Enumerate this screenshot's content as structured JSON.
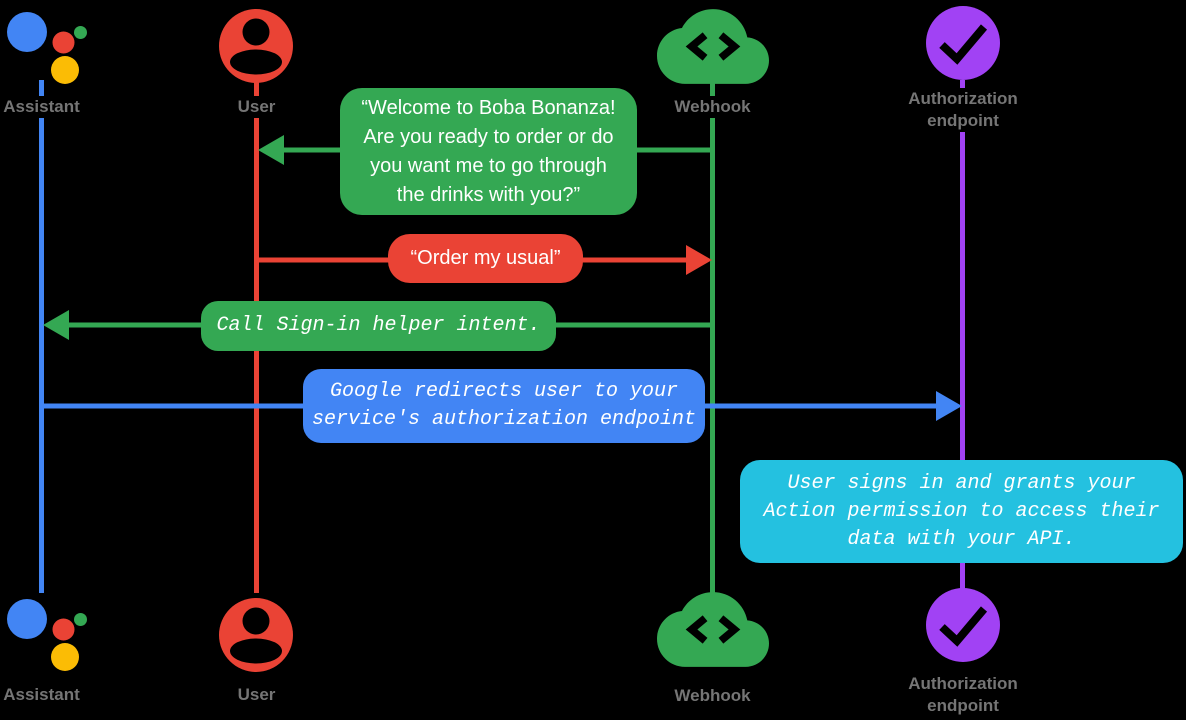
{
  "diagram_type": "sequence-diagram",
  "palette": {
    "background": "#000000",
    "blue": "#4285F4",
    "red": "#EA4335",
    "green": "#34A853",
    "yellow": "#FBBC05",
    "purple": "#A142F4",
    "cyan": "#24C1E0",
    "label-gray": "#757575",
    "bubble-text": "#FFFFFF"
  },
  "actors": {
    "assistant": {
      "label": "Assistant",
      "icon": "google-assistant-logo",
      "color": "#4285F4"
    },
    "user": {
      "label": "User",
      "icon": "person-icon",
      "color": "#EA4335"
    },
    "webhook": {
      "label": "Webhook",
      "icon": "cloud-code-icon",
      "color": "#34A853"
    },
    "auth_endpoint": {
      "label": "Authorization\nendpoint",
      "icon": "checkmark-circle-icon",
      "color": "#A142F4"
    }
  },
  "messages": {
    "welcome": {
      "from": "webhook",
      "to": "user",
      "color": "#34A853",
      "text": "“Welcome to Boba Bonanza!\nAre you ready to order or do\nyou want me to go through\nthe drinks with you?”"
    },
    "order": {
      "from": "user",
      "to": "webhook",
      "color": "#EA4335",
      "text": "“Order my usual”"
    },
    "signin": {
      "from": "webhook",
      "to": "assistant",
      "color": "#34A853",
      "text": "Call Sign-in helper intent."
    },
    "redirect": {
      "from": "assistant",
      "to": "auth_endpoint",
      "color": "#4285F4",
      "text": "Google redirects user to your\nservice's authorization endpoint"
    },
    "grant": {
      "at": "auth_endpoint",
      "color": "#24C1E0",
      "text": "User signs in and grants your\nAction permission to access their\ndata with your API."
    }
  }
}
